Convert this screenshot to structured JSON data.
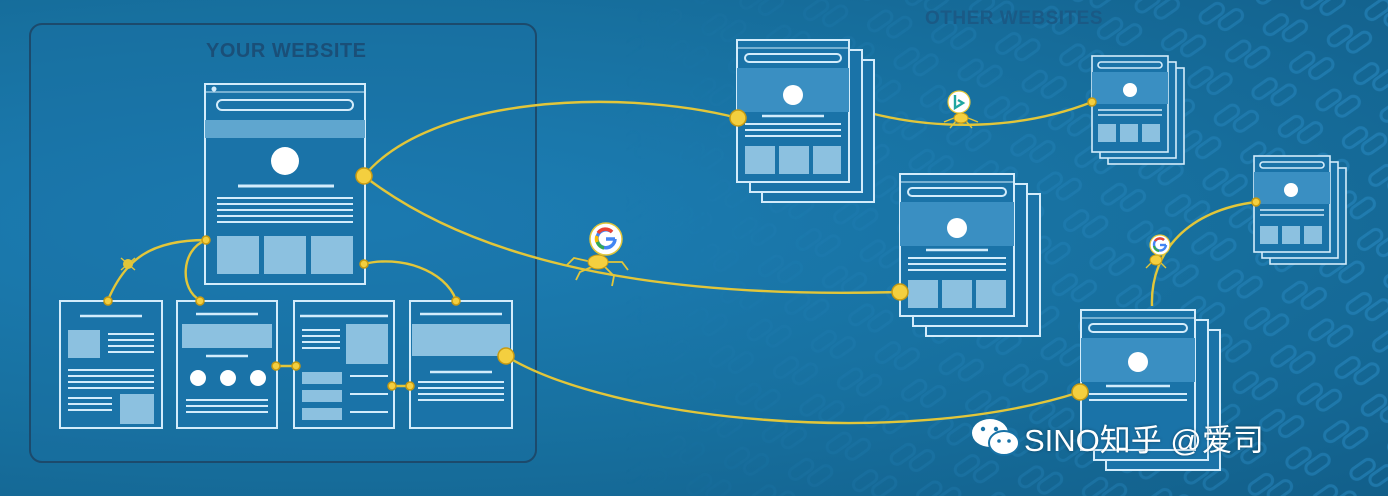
{
  "sections": {
    "your_website": "YOUR WEBSITE",
    "other_websites": "OTHER WEBSITES"
  },
  "crawlers": [
    {
      "name": "google-crawler",
      "icon": "google-g-icon"
    },
    {
      "name": "bing-crawler",
      "icon": "bing-icon"
    },
    {
      "name": "google-crawler-small",
      "icon": "google-g-icon"
    }
  ],
  "watermark": {
    "text": "SINO知乎 @爱司",
    "icon": "wechat-icon"
  },
  "colors": {
    "background": "#1772a6",
    "outline": "#d3ecfb",
    "link_line": "#e2c63a",
    "node": "#f4cf3f"
  }
}
